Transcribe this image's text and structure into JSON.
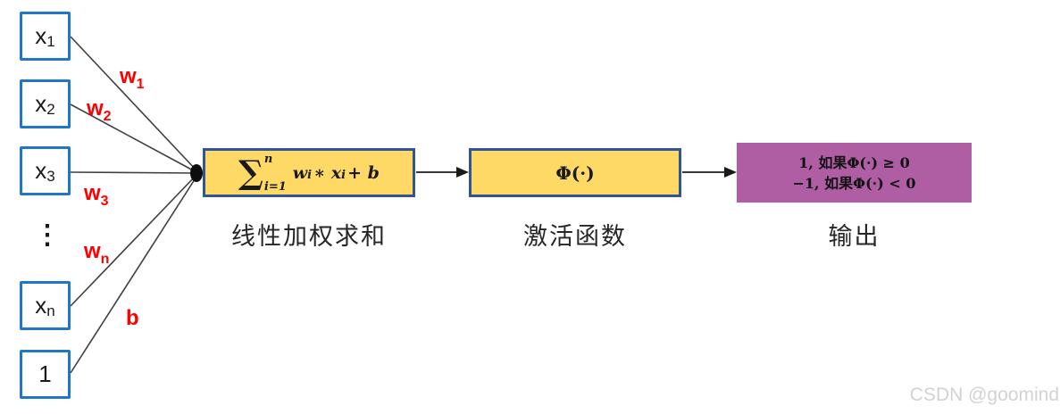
{
  "colors": {
    "input_box_border": "#2176C7",
    "process_box_fill": "#FFD966",
    "process_box_border": "#2F5597",
    "output_box_fill": "#AF5EA4",
    "weight_label_color": "#FF0000",
    "wire_color": "#3F3F3F",
    "caption_color": "#262626",
    "watermark_color": "#D2D2D2"
  },
  "inputs": [
    {
      "text": "x",
      "sub": "1"
    },
    {
      "text": "x",
      "sub": "2"
    },
    {
      "text": "x",
      "sub": "3"
    },
    {
      "text": "x",
      "sub": "n"
    },
    {
      "text": "1",
      "sub": ""
    }
  ],
  "ellipsis": "⋮",
  "weights": [
    {
      "text": "w",
      "sub": "1"
    },
    {
      "text": "w",
      "sub": "2"
    },
    {
      "text": "w",
      "sub": "3"
    },
    {
      "text": "w",
      "sub": "n"
    },
    {
      "text": "b",
      "sub": ""
    }
  ],
  "sum_box": {
    "sigma": "∑",
    "limit_upper": "n",
    "limit_lower": "i=1",
    "term1": "w",
    "term1_sub": "i",
    "operator": "∗ ",
    "term2": "x",
    "term2_sub": "i",
    "tail": "+ b",
    "caption": "线性加权求和"
  },
  "activation_box": {
    "formula": "Φ(·)",
    "caption": "激活函数"
  },
  "output_box": {
    "line1": "1, 如果Φ(·) ≥ 0",
    "line2": "−1, 如果Φ(·) < 0",
    "caption": "输出"
  },
  "watermark": "CSDN @goomind"
}
